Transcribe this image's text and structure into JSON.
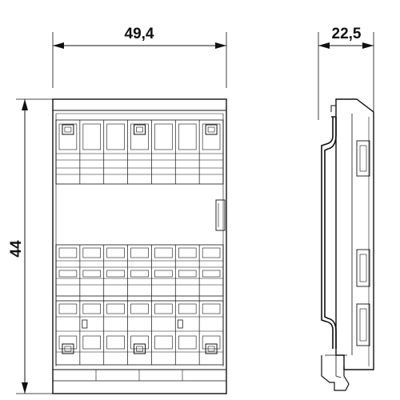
{
  "dimensions": {
    "width_label": "49,4",
    "depth_label": "22,5",
    "height_label": "44"
  },
  "front_view": {
    "module_columns": 7,
    "upper_terminal_rows": 1,
    "lower_terminal_rows": 2
  },
  "colors": {
    "line": "#111111",
    "background": "#ffffff"
  }
}
